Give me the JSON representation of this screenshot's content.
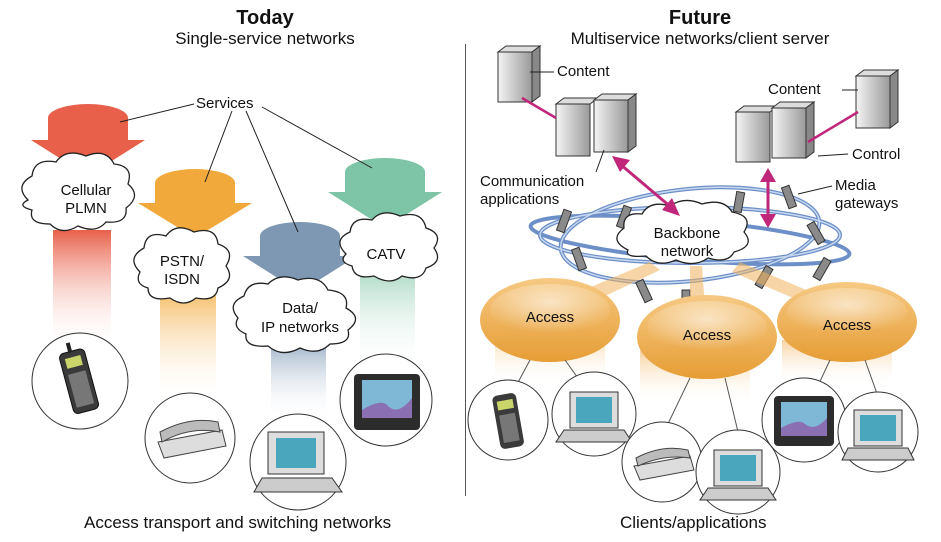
{
  "left": {
    "title": "Today",
    "subtitle": "Single-service networks",
    "services_label": "Services",
    "networks": [
      {
        "line1": "Cellular",
        "line2": "PLMN"
      },
      {
        "line1": "PSTN/",
        "line2": "ISDN"
      },
      {
        "line1": "Data/",
        "line2": "IP networks"
      },
      {
        "line1": "CATV",
        "line2": ""
      }
    ],
    "caption": "Access transport and switching networks"
  },
  "right": {
    "title": "Future",
    "subtitle": "Multiservice networks/client server",
    "content_left": "Content",
    "content_right": "Content",
    "control": "Control",
    "comm_apps_1": "Communication",
    "comm_apps_2": "applications",
    "media_1": "Media",
    "media_2": "gateways",
    "backbone_1": "Backbone",
    "backbone_2": "network",
    "access": [
      "Access",
      "Access",
      "Access"
    ],
    "caption": "Clients/applications"
  },
  "colors": {
    "red": "#e8604a",
    "orange": "#f2a93b",
    "blue": "#7e98b4",
    "teal": "#7ec4a6",
    "access": "#f0b35a",
    "pipe": "#6c8fc8",
    "magenta": "#c0267a"
  },
  "icons": [
    "cell-phone-icon",
    "telephone-icon",
    "computer-icon",
    "tv-icon",
    "server-icon",
    "gateway-icon"
  ]
}
